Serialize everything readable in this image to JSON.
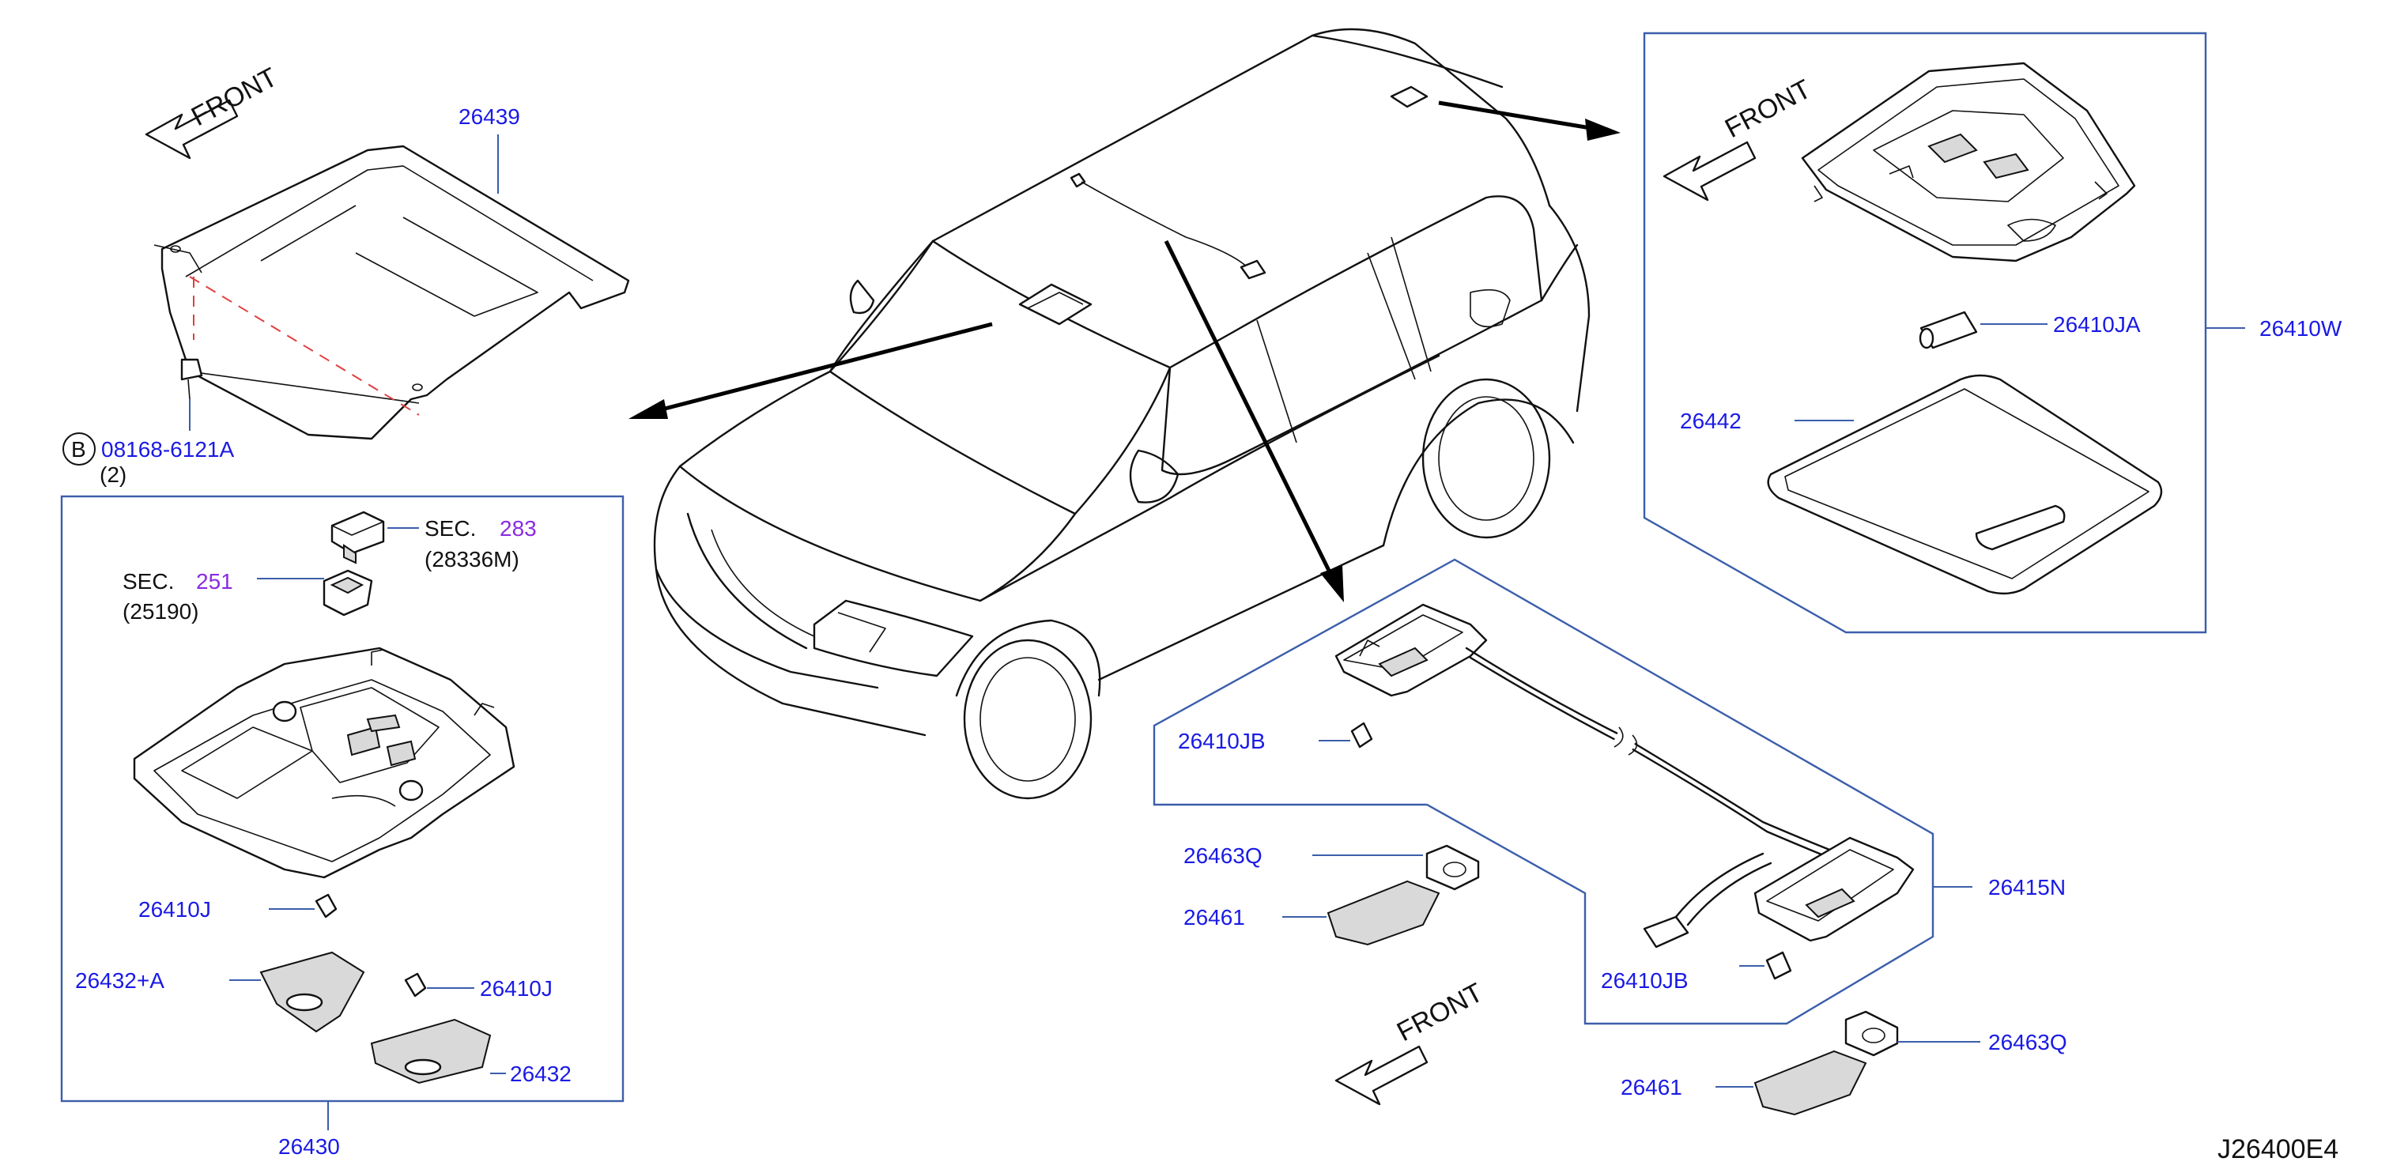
{
  "diagram": {
    "code": "J26400E4",
    "front_labels": [
      "FRONT",
      "FRONT",
      "FRONT"
    ],
    "bolt": {
      "badge": "B",
      "part_no": "08168-6121A",
      "qty": "(2)"
    },
    "parts": {
      "p26439": "26439",
      "p26430": "26430",
      "p26410J_a": "26410J",
      "p26410J_b": "26410J",
      "p26432A": "26432+A",
      "p26432": "26432",
      "p26410W": "26410W",
      "p26410JA": "26410JA",
      "p26442": "26442",
      "p26415N": "26415N",
      "p26410JB_a": "26410JB",
      "p26410JB_b": "26410JB",
      "p26463Q_a": "26463Q",
      "p26463Q_b": "26463Q",
      "p26461_a": "26461",
      "p26461_b": "26461"
    },
    "sec_refs": [
      {
        "prefix": "SEC.",
        "num": "283",
        "sub": "(28336M)"
      },
      {
        "prefix": "SEC.",
        "num": "251",
        "sub": "(25190)"
      }
    ],
    "colors": {
      "part_number": "#1a1ae6",
      "section_number": "#8a2be2",
      "group_box": "#3b5eab",
      "locator_dash": "#e04040"
    }
  }
}
